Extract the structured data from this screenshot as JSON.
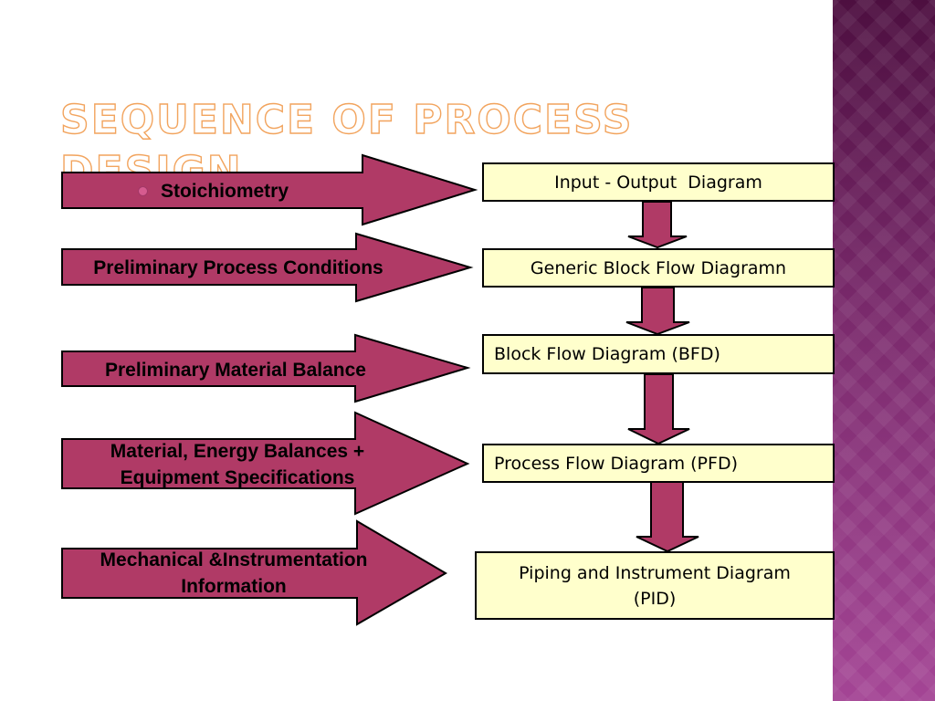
{
  "slide": {
    "title": "Sequence of Process Design"
  },
  "inputs": [
    {
      "label": "Stoichiometry",
      "bullet": true
    },
    {
      "label": "Preliminary Process Conditions"
    },
    {
      "label": "Preliminary Material Balance"
    },
    {
      "label": "Material, Energy Balances +\nEquipment Specifications"
    },
    {
      "label": "Mechanical &Instrumentation\nInformation"
    }
  ],
  "stages": [
    {
      "label": "Input - Output  Diagram"
    },
    {
      "label": "Generic Block Flow Diagramn"
    },
    {
      "label": "Block Flow Diagram (BFD)"
    },
    {
      "label": "Process Flow Diagram (PFD)"
    },
    {
      "label": "Piping and Instrument Diagram\n(PID)"
    }
  ],
  "colors": {
    "arrow_fill": "#b03a66",
    "box_fill": "#ffffcc",
    "title_outline": "#f2a45e",
    "side_band": "#7a2a6c"
  }
}
